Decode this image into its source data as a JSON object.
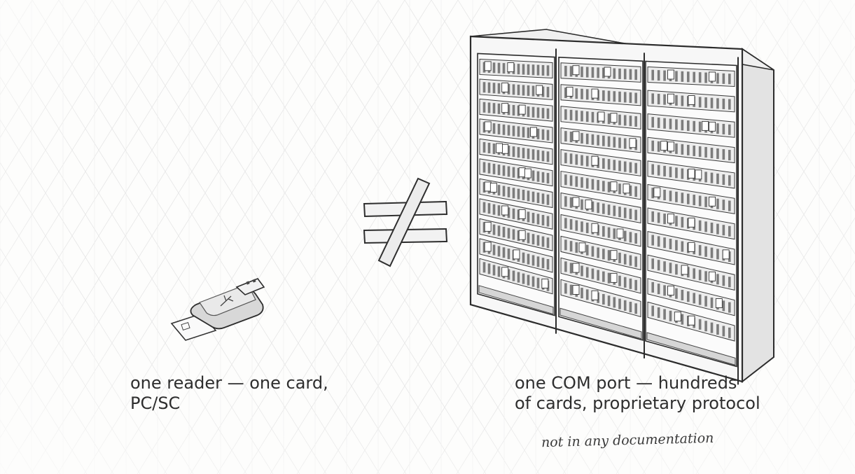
{
  "left": {
    "caption_line1": "one reader — one card,",
    "caption_line2": "PC/SC",
    "icon": "usb-card-reader-icon"
  },
  "middle": {
    "symbol": "≠",
    "icon": "not-equal-icon"
  },
  "right": {
    "caption_line1": "one COM port — hundreds",
    "caption_line2": "of cards, proprietary protocol",
    "note": "not in any documentation",
    "icon": "card-cabinet-icon",
    "columns": 3,
    "rows_per_column": 11
  },
  "colors": {
    "ink": "#2c2c2c",
    "grid": "#e6e6e6",
    "paper": "#fdfdfc"
  }
}
